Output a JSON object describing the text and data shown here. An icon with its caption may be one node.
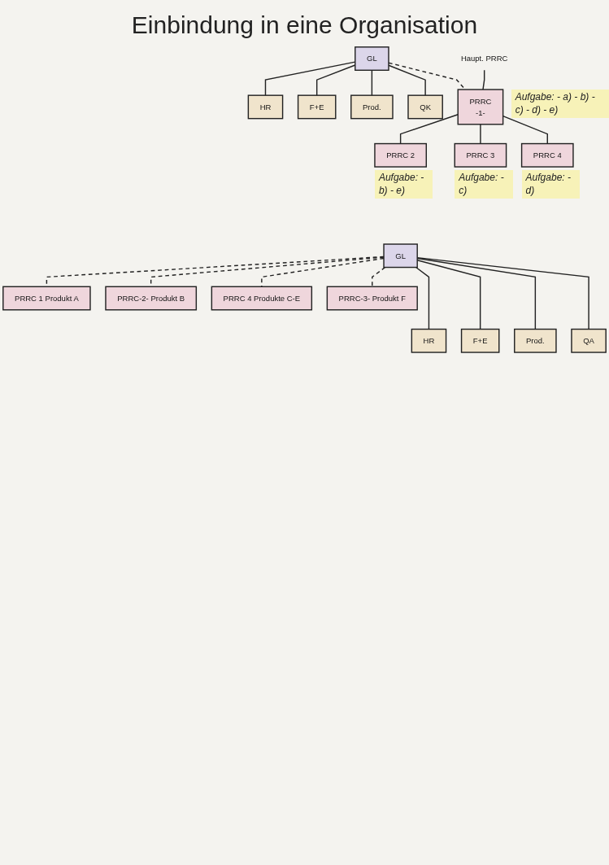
{
  "diagram": {
    "title": "Einbindung in eine Organisation",
    "nodes": [
      {
        "text": [
          "GL"
        ]
      },
      {
        "text": [
          "HR"
        ]
      },
      {
        "text": [
          "F+E"
        ]
      },
      {
        "text": [
          "Prod."
        ]
      },
      {
        "text": [
          "QK"
        ]
      },
      {
        "text": [
          "PRRC",
          "-1-"
        ],
        "beside": [
          "Aufgabe: - a) - b) - c) - d) - e)"
        ]
      },
      {
        "text": [
          "Haupt. PRRC"
        ]
      },
      {
        "text": [
          "PRRC 2"
        ],
        "beside": [
          "Aufgabe: - b) - e)"
        ]
      },
      {
        "text": [
          "PRRC 3"
        ],
        "beside": [
          "Aufgabe: - c)"
        ]
      },
      {
        "text": [
          "PRRC 4"
        ],
        "beside": [
          "Aufgabe: - d)"
        ]
      },
      {
        "text": [
          "GL"
        ]
      },
      {
        "text": [
          "PRRC 1 Produkt A"
        ]
      },
      {
        "text": [
          "PRRC-2- Produkt B"
        ]
      },
      {
        "text": [
          "PRRC 4 Produkte C-E"
        ]
      },
      {
        "text": [
          "PRRC-3- Produkt F"
        ]
      },
      {
        "text": [
          "HR"
        ]
      },
      {
        "text": [
          "F+E"
        ]
      },
      {
        "text": [
          "Prod."
        ]
      },
      {
        "text": [
          "QA"
        ]
      }
    ],
    "edges": [
      {
        "from": 0,
        "to": 1,
        "arrow": "none"
      },
      {
        "from": 0,
        "to": 2,
        "arrow": "none"
      },
      {
        "from": 0,
        "to": 3,
        "arrow": "none"
      },
      {
        "from": 0,
        "to": 4,
        "arrow": "none"
      },
      {
        "from": 0,
        "to": 5,
        "arrow": "none",
        "style": "dashed"
      },
      {
        "from": 6,
        "to": 5,
        "arrow": "none"
      },
      {
        "from": 5,
        "to": 7,
        "arrow": "none"
      },
      {
        "from": 5,
        "to": 8,
        "arrow": "none"
      },
      {
        "from": 5,
        "to": 9,
        "arrow": "none"
      },
      {
        "from": 10,
        "to": 11,
        "arrow": "none",
        "style": "dashed"
      },
      {
        "from": 10,
        "to": 12,
        "arrow": "none",
        "style": "dashed"
      },
      {
        "from": 10,
        "to": 13,
        "arrow": "none",
        "style": "dashed"
      },
      {
        "from": 10,
        "to": 14,
        "arrow": "none",
        "style": "dashed"
      },
      {
        "from": 10,
        "to": 15,
        "arrow": "none"
      },
      {
        "from": 10,
        "to": 16,
        "arrow": "none"
      },
      {
        "from": 10,
        "to": 17,
        "arrow": "none"
      },
      {
        "from": 10,
        "to": 18,
        "arrow": "none"
      }
    ]
  }
}
